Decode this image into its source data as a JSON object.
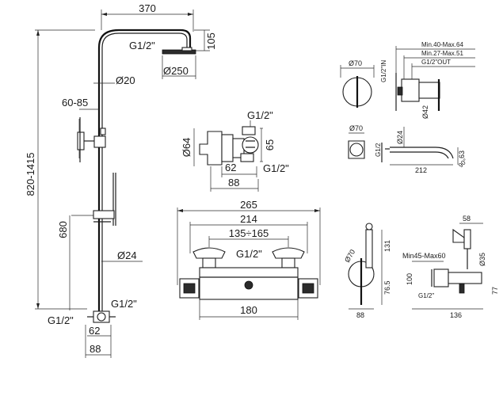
{
  "shower_column": {
    "overall_height": "820-1415",
    "arm_reach": "370",
    "head_drop": "105",
    "head_connection": "G1/2\"",
    "head_diameter": "Ø250",
    "pipe_diameter": "Ø20",
    "inlet_spacing": "60-85",
    "handset_height": "680",
    "bar_diameter": "Ø24",
    "valve_inlet_right": "G1/2\"",
    "valve_inlet_left": "G1/2\"",
    "valve_centers": "62",
    "valve_depth": "88"
  },
  "valve_top_view": {
    "body_diameter": "Ø64",
    "outlet": "G1/2\"",
    "depth": "65",
    "offset": "62",
    "outlet_bottom": "G1/2\"",
    "overall": "88"
  },
  "thermostat_bar": {
    "overall_width": "265",
    "handle_span": "214",
    "centers_range": "135÷165",
    "outlet": "G1/2\"",
    "body_width": "180"
  },
  "wall_mixer": {
    "min_max_top": "Min.40-Max.64",
    "min_max_mid": "Min.27-Max.51",
    "outlet_label": "G1/2\"OUT",
    "inlet_label": "G1/2\"IN",
    "plate_diameter": "Ø70",
    "stem_diameter": "Ø42"
  },
  "bath_spout": {
    "plate_diameter": "Ø70",
    "connection": "G1/2",
    "pipe_diameter": "Ø24",
    "length": "212",
    "height": "63",
    "angle": "90°"
  },
  "bidet_front": {
    "plate_diameter": "Ø70",
    "height_top": "131",
    "height_mid": "76.5",
    "width": "88"
  },
  "bidet_side": {
    "holder_width": "58",
    "min_max": "Min45-Max60",
    "hose_diameter": "Ø35",
    "height": "100",
    "inlet": "G1/2\"",
    "depth": "77",
    "overall_width": "136"
  }
}
